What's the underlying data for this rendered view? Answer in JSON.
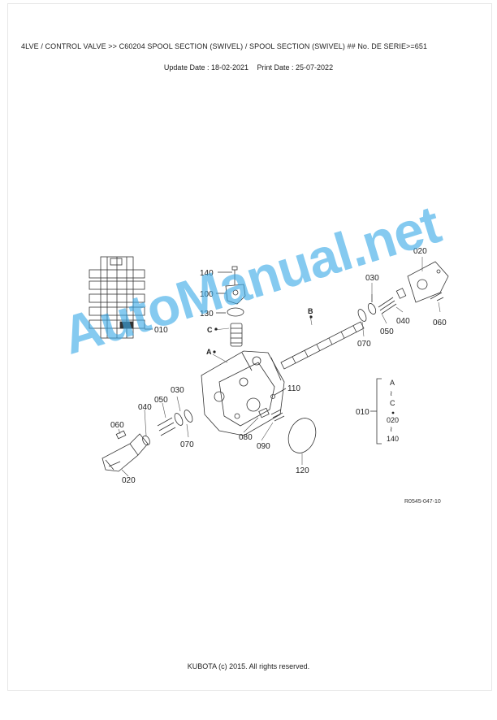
{
  "header": {
    "title": "4LVE / CONTROL VALVE >> C60204   SPOOL SECTION (SWIVEL) / SPOOL SECTION (SWIVEL) ## No. DE SERIE>=651",
    "update_date": "Update Date : 18-02-2021",
    "print_date": "Print Date : 25-07-2022"
  },
  "diagram": {
    "ref_code": "R0545-047-10",
    "watermark": "AutoManual.net",
    "callouts": {
      "p140": "140",
      "p100": "100",
      "p130": "130",
      "p020_top": "020",
      "p030_top": "030",
      "p040_top": "040",
      "p050_top": "050",
      "p060_top": "060",
      "p070_top": "070",
      "p010_side": "010",
      "p110": "110",
      "p030_bot": "030",
      "p040_bot": "040",
      "p050_bot": "050",
      "p060_bot": "060",
      "p070_bot": "070",
      "p080": "080",
      "p090": "090",
      "p120": "120",
      "p020_bot": "020"
    },
    "markers": {
      "a": "A",
      "b": "B",
      "c": "C"
    },
    "legend": {
      "label": "010",
      "a": "A",
      "t1": "≀",
      "c": "C",
      "v020": "020",
      "t2": "≀",
      "v140": "140"
    }
  },
  "footer": {
    "copyright": "KUBOTA (c) 2015. All rights reserved."
  }
}
